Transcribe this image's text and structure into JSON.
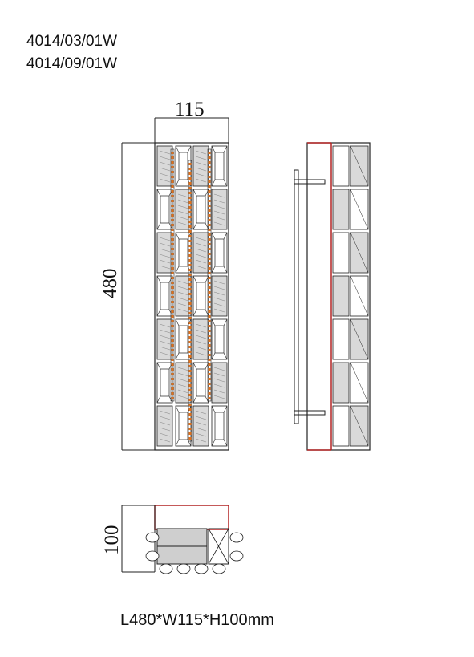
{
  "model_codes": [
    "4014/03/01W",
    "4014/09/01W"
  ],
  "dimensions": {
    "width": "115",
    "height": "480",
    "depth": "100"
  },
  "size_spec": "L480*W115*H100mm",
  "colors": {
    "line": "#222222",
    "frame_red": "#b22222",
    "led_orange": "#e0701a",
    "crystal_fill": "#d9d9d9",
    "crystal_dark": "#8a8a8a",
    "mount_red": "#e02020"
  }
}
